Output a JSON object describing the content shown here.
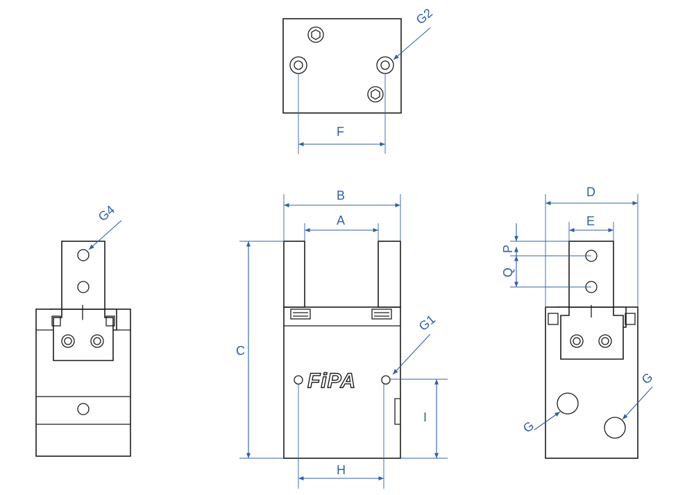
{
  "brand": "FiPA",
  "labels": {
    "A": "A",
    "B": "B",
    "C": "C",
    "D": "D",
    "E": "E",
    "F": "F",
    "G": "G",
    "G1": "G1",
    "G2": "G2",
    "G4": "G4",
    "H": "H",
    "I": "I",
    "P": "P",
    "Q": "Q"
  },
  "colors": {
    "dimension": "#2f5fa7",
    "outline": "#1a1a1a"
  }
}
